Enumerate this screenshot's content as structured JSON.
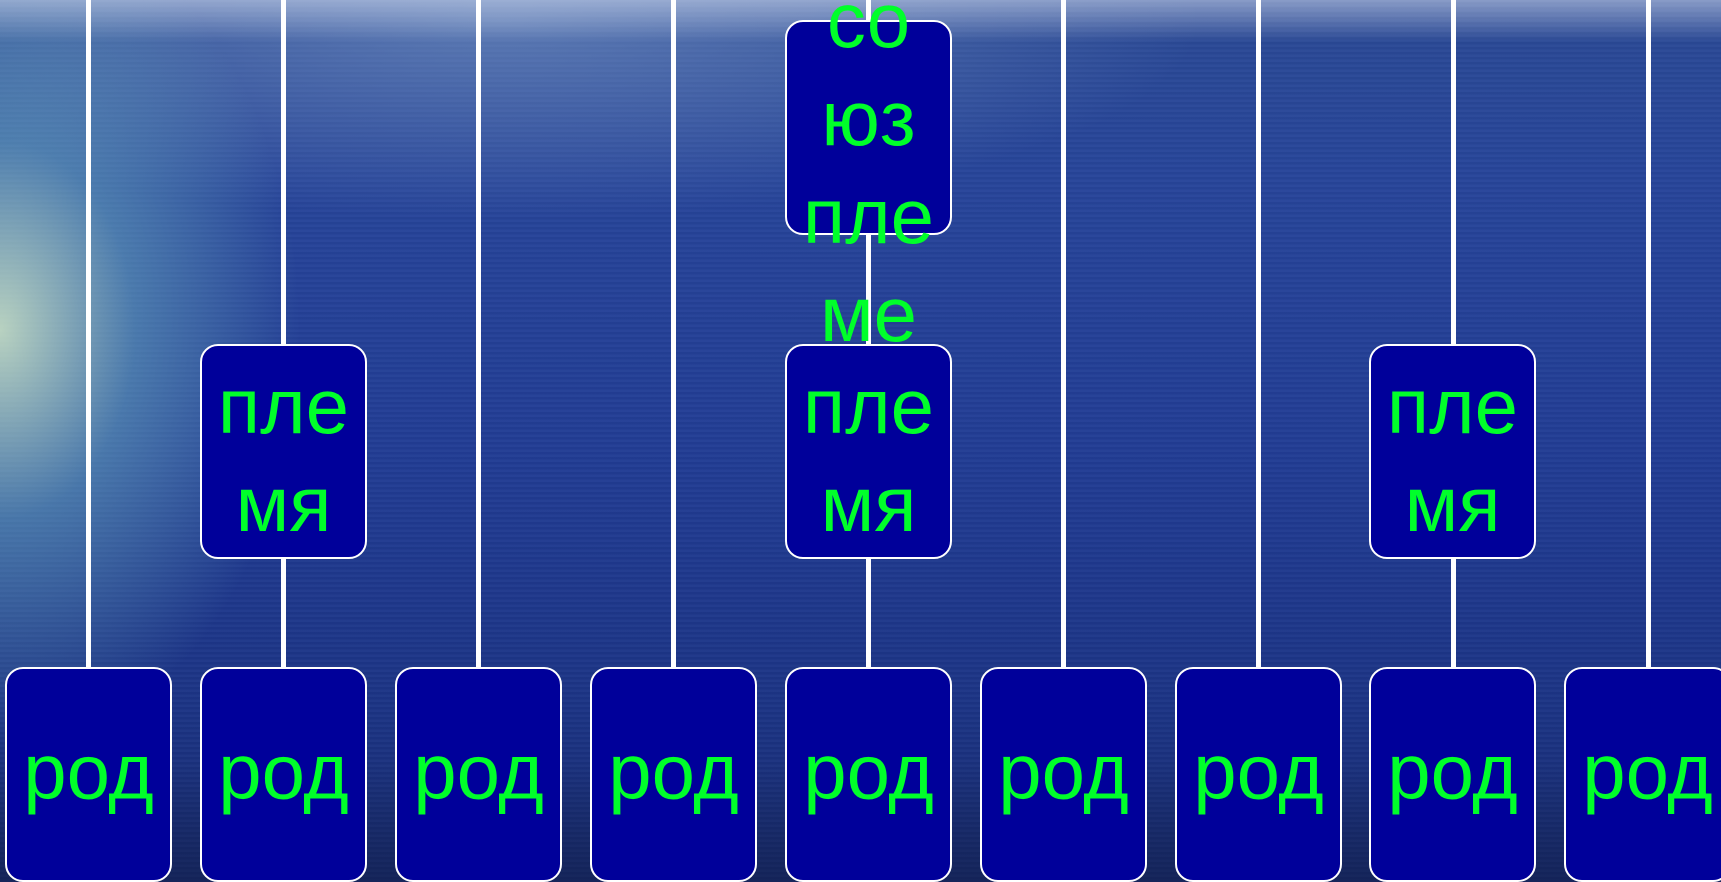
{
  "diagram": {
    "union": {
      "label": "союз племен"
    },
    "tribes": [
      {
        "label": "племя"
      },
      {
        "label": "племя"
      },
      {
        "label": "племя"
      }
    ],
    "clans": [
      {
        "label": "род"
      },
      {
        "label": "род"
      },
      {
        "label": "род"
      },
      {
        "label": "род"
      },
      {
        "label": "род"
      },
      {
        "label": "род"
      },
      {
        "label": "род"
      },
      {
        "label": "род"
      },
      {
        "label": "род"
      }
    ],
    "colors": {
      "box_fill": "#00009a",
      "box_border": "#ffffff",
      "text": "#00ff2a",
      "connector": "#ffffff"
    }
  }
}
